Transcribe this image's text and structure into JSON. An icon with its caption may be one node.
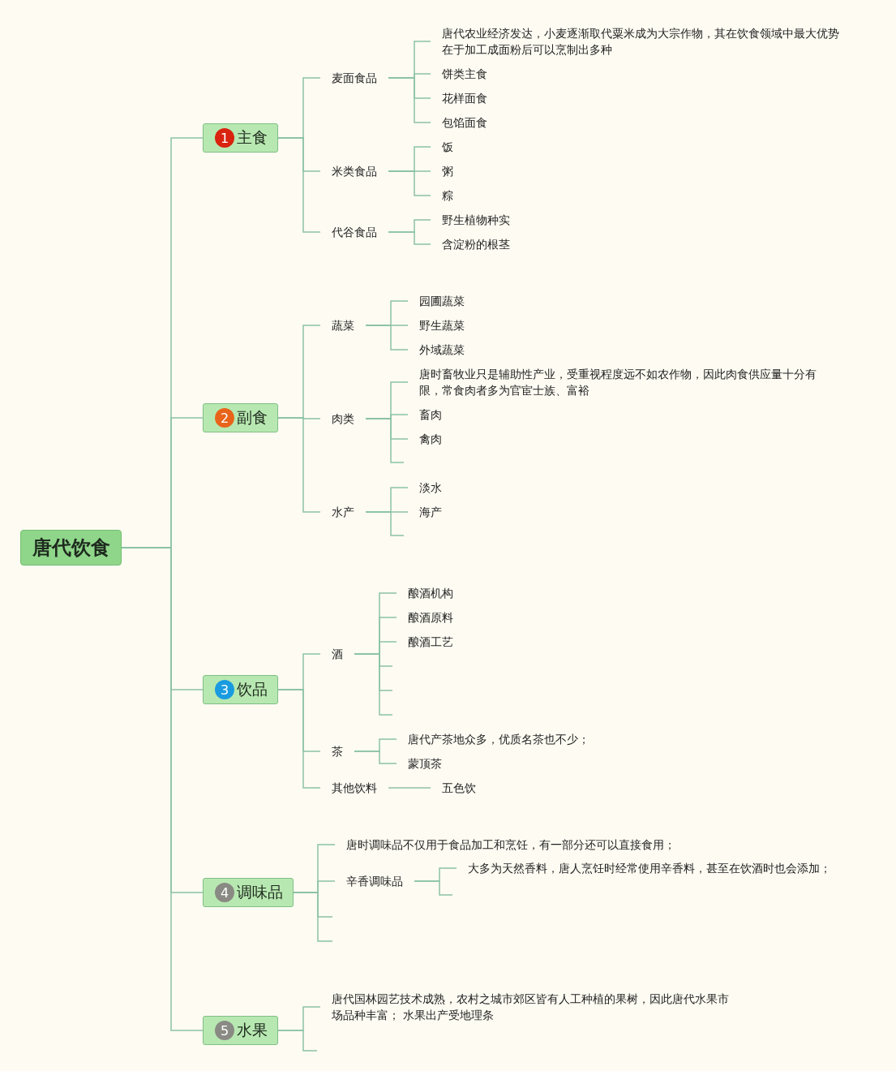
{
  "diagram": {
    "nodes": [
      {
        "text": [
          "唐代饮食"
        ]
      },
      {
        "text": [
          "1",
          "主食"
        ]
      },
      {
        "text": [
          "麦面食品"
        ]
      },
      {
        "text": [
          "唐代农业经济发达，小麦逐渐取代粟米成为大宗作物，其在饮食领域中最大优势在于加工成面粉后可以烹制出多种"
        ]
      },
      {
        "text": [
          "饼类主食"
        ]
      },
      {
        "text": [
          "花样面食"
        ]
      },
      {
        "text": [
          "包馅面食"
        ]
      },
      {
        "text": [
          "米类食品"
        ]
      },
      {
        "text": [
          "饭"
        ]
      },
      {
        "text": [
          "粥"
        ]
      },
      {
        "text": [
          "粽"
        ]
      },
      {
        "text": [
          "代谷食品"
        ]
      },
      {
        "text": [
          "野生植物种实"
        ]
      },
      {
        "text": [
          "含淀粉的根茎"
        ]
      },
      {
        "text": [
          "2",
          "副食"
        ]
      },
      {
        "text": [
          "蔬菜"
        ]
      },
      {
        "text": [
          "园圃蔬菜"
        ]
      },
      {
        "text": [
          "野生蔬菜"
        ]
      },
      {
        "text": [
          "外域蔬菜"
        ]
      },
      {
        "text": [
          "肉类"
        ]
      },
      {
        "text": [
          "唐时畜牧业只是辅助性产业，受重视程度远不如农作物，因此肉食供应量十分有限，常食肉者多为官宦士族、富裕"
        ]
      },
      {
        "text": [
          "畜肉"
        ]
      },
      {
        "text": [
          "禽肉"
        ]
      },
      {
        "text": [
          "水产"
        ]
      },
      {
        "text": [
          "淡水"
        ]
      },
      {
        "text": [
          "海产"
        ]
      },
      {
        "text": [
          "3",
          "饮品"
        ]
      },
      {
        "text": [
          "酒"
        ]
      },
      {
        "text": [
          "酿酒机构"
        ]
      },
      {
        "text": [
          "酿酒原料"
        ]
      },
      {
        "text": [
          "酿酒工艺"
        ]
      },
      {
        "text": [
          "茶"
        ]
      },
      {
        "text": [
          "唐代产茶地众多，优质名茶也不少；"
        ]
      },
      {
        "text": [
          "蒙顶茶"
        ]
      },
      {
        "text": [
          "其他饮料"
        ]
      },
      {
        "text": [
          "五色饮"
        ]
      },
      {
        "text": [
          "4",
          "调味品"
        ]
      },
      {
        "text": [
          "唐时调味品不仅用于食品加工和烹饪，有一部分还可以直接食用；"
        ]
      },
      {
        "text": [
          "辛香调味品"
        ]
      },
      {
        "text": [
          "大多为天然香料，唐人烹饪时经常使用辛香料，甚至在饮酒时也会添加；"
        ]
      },
      {
        "text": [
          "5",
          "水果"
        ]
      },
      {
        "text": [
          "唐代国林园艺技术成熟，农村之城市郊区皆有人工种植的果树，因此唐代水果市场品种丰富； 水果出产受地理条"
        ]
      }
    ],
    "edges": [
      {
        "from": 0,
        "to": 1,
        "arrow": "none"
      },
      {
        "from": 0,
        "to": 14,
        "arrow": "none"
      },
      {
        "from": 0,
        "to": 26,
        "arrow": "none"
      },
      {
        "from": 0,
        "to": 36,
        "arrow": "none"
      },
      {
        "from": 0,
        "to": 40,
        "arrow": "none"
      },
      {
        "from": 1,
        "to": 2,
        "arrow": "none"
      },
      {
        "from": 1,
        "to": 7,
        "arrow": "none"
      },
      {
        "from": 1,
        "to": 11,
        "arrow": "none"
      },
      {
        "from": 2,
        "to": 3,
        "arrow": "none"
      },
      {
        "from": 2,
        "to": 4,
        "arrow": "none"
      },
      {
        "from": 2,
        "to": 5,
        "arrow": "none"
      },
      {
        "from": 2,
        "to": 6,
        "arrow": "none"
      },
      {
        "from": 7,
        "to": 8,
        "arrow": "none"
      },
      {
        "from": 7,
        "to": 9,
        "arrow": "none"
      },
      {
        "from": 7,
        "to": 10,
        "arrow": "none"
      },
      {
        "from": 11,
        "to": 12,
        "arrow": "none"
      },
      {
        "from": 11,
        "to": 13,
        "arrow": "none"
      },
      {
        "from": 14,
        "to": 15,
        "arrow": "none"
      },
      {
        "from": 14,
        "to": 19,
        "arrow": "none"
      },
      {
        "from": 14,
        "to": 23,
        "arrow": "none"
      },
      {
        "from": 15,
        "to": 16,
        "arrow": "none"
      },
      {
        "from": 15,
        "to": 17,
        "arrow": "none"
      },
      {
        "from": 15,
        "to": 18,
        "arrow": "none"
      },
      {
        "from": 19,
        "to": 20,
        "arrow": "none"
      },
      {
        "from": 19,
        "to": 21,
        "arrow": "none"
      },
      {
        "from": 19,
        "to": 22,
        "arrow": "none"
      },
      {
        "from": 19,
        "to": null,
        "arrow": "none"
      },
      {
        "from": 23,
        "to": 24,
        "arrow": "none"
      },
      {
        "from": 23,
        "to": 25,
        "arrow": "none"
      },
      {
        "from": 23,
        "to": null,
        "arrow": "none"
      },
      {
        "from": 26,
        "to": 27,
        "arrow": "none"
      },
      {
        "from": 26,
        "to": 31,
        "arrow": "none"
      },
      {
        "from": 26,
        "to": 34,
        "arrow": "none"
      },
      {
        "from": 27,
        "to": 28,
        "arrow": "none"
      },
      {
        "from": 27,
        "to": 29,
        "arrow": "none"
      },
      {
        "from": 27,
        "to": 30,
        "arrow": "none"
      },
      {
        "from": 27,
        "to": null,
        "arrow": "none"
      },
      {
        "from": 27,
        "to": null,
        "arrow": "none"
      },
      {
        "from": 27,
        "to": null,
        "arrow": "none"
      },
      {
        "from": 31,
        "to": 32,
        "arrow": "none"
      },
      {
        "from": 31,
        "to": 33,
        "arrow": "none"
      },
      {
        "from": 34,
        "to": 35,
        "arrow": "none"
      },
      {
        "from": 36,
        "to": 37,
        "arrow": "none"
      },
      {
        "from": 36,
        "to": 38,
        "arrow": "none"
      },
      {
        "from": 36,
        "to": null,
        "arrow": "none"
      },
      {
        "from": 36,
        "to": null,
        "arrow": "none"
      },
      {
        "from": 38,
        "to": 39,
        "arrow": "none"
      },
      {
        "from": 38,
        "to": null,
        "arrow": "none"
      },
      {
        "from": 40,
        "to": 41,
        "arrow": "none"
      },
      {
        "from": 40,
        "to": null,
        "arrow": "none"
      }
    ]
  }
}
